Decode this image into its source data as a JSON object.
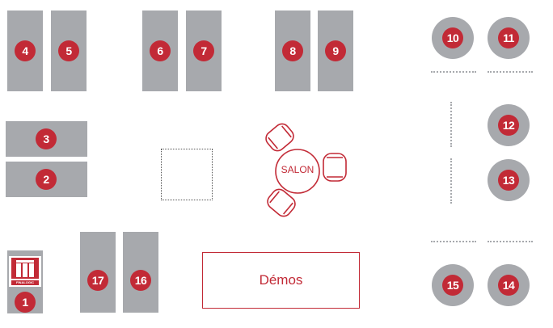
{
  "booths": {
    "b1": "1",
    "b2": "2",
    "b3": "3",
    "b4": "4",
    "b5": "5",
    "b6": "6",
    "b7": "7",
    "b8": "8",
    "b9": "9",
    "b10": "10",
    "b11": "11",
    "b12": "12",
    "b13": "13",
    "b14": "14",
    "b15": "15",
    "b16": "16",
    "b17": "17"
  },
  "salon": {
    "label": "SALON"
  },
  "demo": {
    "label": "Démos"
  },
  "logo": {
    "text": "FINALOGIC"
  },
  "colors": {
    "accent": "#c22a36",
    "booth": "#a7a9ad"
  }
}
